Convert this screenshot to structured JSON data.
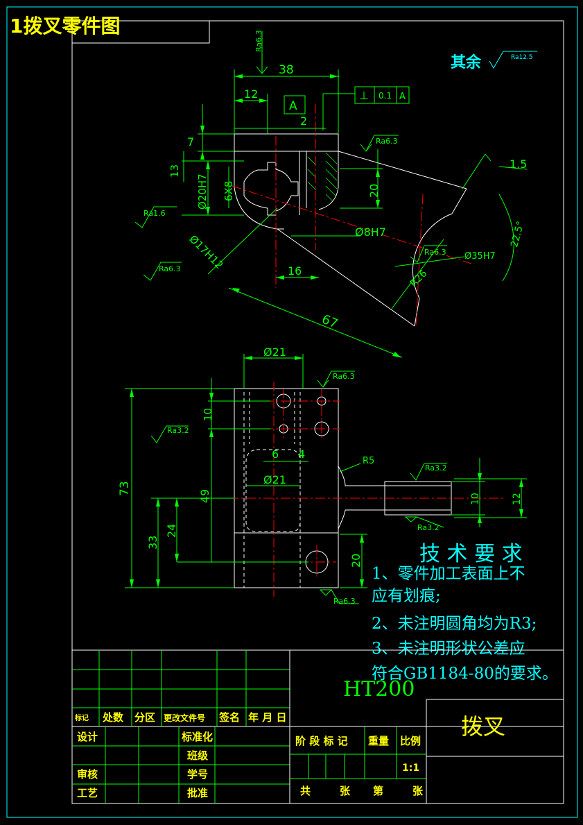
{
  "header": {
    "title": "1拨叉零件图"
  },
  "surface": {
    "rest_label": "其余",
    "rest_roughness": "Ra12.5"
  },
  "top_view": {
    "dims": {
      "d38": "38",
      "d12": "12",
      "d2": "2",
      "d7": "7",
      "d13": "13",
      "d20h7": "Ø20H7",
      "d6x8": "6X8",
      "d20": "20",
      "d8h7": "Ø8H7",
      "d17h12": "Ø17H12",
      "d16": "16",
      "d67": "67",
      "d1_5": "1.5",
      "d22_5": "22.5°",
      "r26": "R26",
      "d35h7": "Ø35H7"
    },
    "datum": "A",
    "tolerance": {
      "symbol": "⊥",
      "value": "0.1",
      "datum": "A"
    },
    "roughness": {
      "ra63a": "Ra6.3",
      "ra63b": "Ra6.3",
      "ra16": "Ra1.6",
      "ra63c": "Ra6.3",
      "ra63d": "Ra6.3"
    }
  },
  "front_view": {
    "dims": {
      "d21a": "Ø21",
      "d10a": "10",
      "d6": "6",
      "d4": "4",
      "d21b": "Ø21",
      "d73": "73",
      "d49": "49",
      "d33": "33",
      "d24": "24",
      "d20": "20",
      "r5": "R5",
      "d10b": "10",
      "d12": "12"
    },
    "roughness": {
      "ra63a": "Ra6.3",
      "ra32a": "Ra3.2",
      "ra32b": "Ra3.2",
      "ra32c": "Ra3.2",
      "ra63b": "Ra6.3"
    }
  },
  "tech": {
    "title": "技 术 要 求",
    "lines": [
      "1、零件加工表面上不",
      "应有划痕;",
      "2、未注明圆角均为R3;",
      "3、未注明形状公差应",
      "符合GB1184-80的要求。"
    ]
  },
  "title_block": {
    "material": "HT200",
    "part_name": "拨叉",
    "row_labels": [
      "标记",
      "处数",
      "分区",
      "更改文件号",
      "签名",
      "年 月 日"
    ],
    "design": "设计",
    "standard": "标准化",
    "class": "班级",
    "review": "审核",
    "student_no": "学号",
    "process": "工艺",
    "approve": "批准",
    "stage": "阶 段 标 记",
    "weight": "重量",
    "scale_label": "比例",
    "scale": "1:1",
    "sheets": [
      "共",
      "张",
      "第",
      "张"
    ]
  },
  "colors": {
    "background": "#000000",
    "frame": "#00ffff",
    "outline": "#ffffff",
    "dimension": "#00ff00",
    "centerline": "#ff0000",
    "hidden": "#ffffff",
    "title": "#ffff00",
    "text": "#00ffff"
  }
}
